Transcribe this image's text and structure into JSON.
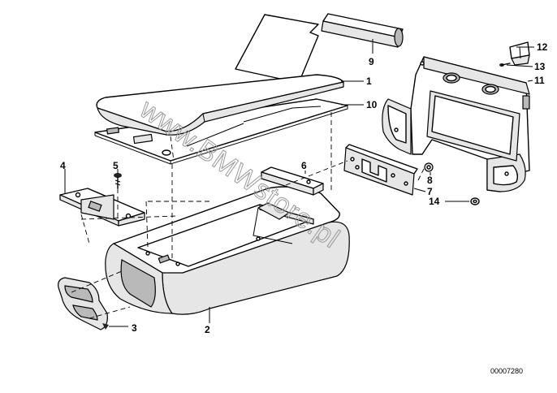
{
  "watermark": "www.BMWstore.pl",
  "reference_code": "00007280",
  "callouts": [
    {
      "id": "1",
      "label": "1"
    },
    {
      "id": "2",
      "label": "2"
    },
    {
      "id": "3",
      "label": "3"
    },
    {
      "id": "4",
      "label": "4"
    },
    {
      "id": "5",
      "label": "5"
    },
    {
      "id": "6",
      "label": "6"
    },
    {
      "id": "7",
      "label": "7"
    },
    {
      "id": "8",
      "label": "8"
    },
    {
      "id": "9",
      "label": "9"
    },
    {
      "id": "10",
      "label": "10"
    },
    {
      "id": "11",
      "label": "11"
    },
    {
      "id": "12",
      "label": "12"
    },
    {
      "id": "13",
      "label": "13"
    },
    {
      "id": "14",
      "label": "14"
    }
  ]
}
